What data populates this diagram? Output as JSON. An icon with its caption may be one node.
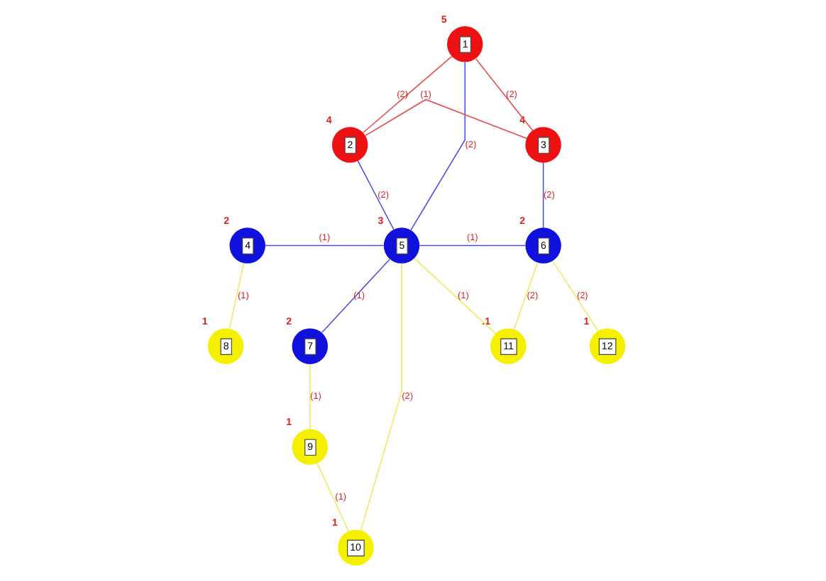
{
  "diagram": {
    "nodes": [
      {
        "text": [
          "1"
        ],
        "beside": [
          "5"
        ]
      },
      {
        "text": [
          "2"
        ],
        "beside": [
          "4"
        ]
      },
      {
        "text": [
          "3"
        ],
        "beside": [
          "4"
        ]
      },
      {
        "text": [
          "4"
        ],
        "beside": [
          "2"
        ]
      },
      {
        "text": [
          "5"
        ],
        "beside": [
          "3"
        ]
      },
      {
        "text": [
          "6"
        ],
        "beside": [
          "2"
        ]
      },
      {
        "text": [
          "7"
        ],
        "beside": [
          "2"
        ]
      },
      {
        "text": [
          "8"
        ],
        "beside": [
          "1"
        ]
      },
      {
        "text": [
          "9"
        ],
        "beside": [
          "1"
        ]
      },
      {
        "text": [
          "10"
        ],
        "beside": [
          "1"
        ]
      },
      {
        "text": [
          "11"
        ],
        "beside": [
          ".1"
        ]
      },
      {
        "text": [
          "12"
        ],
        "beside": [
          "1"
        ]
      }
    ],
    "edges": [
      {
        "from": 0,
        "to": 1,
        "arrow": "none",
        "label": "(2)",
        "color": "#e84a4a"
      },
      {
        "from": 0,
        "to": 2,
        "arrow": "none",
        "label": "(2)",
        "color": "#e84a4a"
      },
      {
        "from": 1,
        "to": 2,
        "arrow": "none",
        "label": "(1)",
        "color": "#e84a4a"
      },
      {
        "from": 0,
        "to": 4,
        "arrow": "none",
        "label": "(2)",
        "color": "#4a4ae8"
      },
      {
        "from": 1,
        "to": 4,
        "arrow": "none",
        "label": "(2)",
        "color": "#4a4ae8"
      },
      {
        "from": 2,
        "to": 5,
        "arrow": "none",
        "label": "(2)",
        "color": "#4a4ae8"
      },
      {
        "from": 3,
        "to": 4,
        "arrow": "none",
        "label": "(1)",
        "color": "#4a4ae8"
      },
      {
        "from": 4,
        "to": 5,
        "arrow": "none",
        "label": "(1)",
        "color": "#4a4ae8"
      },
      {
        "from": 3,
        "to": 7,
        "arrow": "none",
        "label": "(1)"
      },
      {
        "from": 4,
        "to": 6,
        "arrow": "none",
        "label": "(1)",
        "color": "#4a4ae8"
      },
      {
        "from": 4,
        "to": 10,
        "arrow": "none",
        "label": "(1)"
      },
      {
        "from": 4,
        "to": 9,
        "arrow": "none",
        "label": "(2)"
      },
      {
        "from": 5,
        "to": 10,
        "arrow": "none",
        "label": "(2)"
      },
      {
        "from": 5,
        "to": 11,
        "arrow": "none",
        "label": "(2)"
      },
      {
        "from": 6,
        "to": 8,
        "arrow": "none",
        "label": "(1)"
      },
      {
        "from": 8,
        "to": 9,
        "arrow": "none",
        "label": "(1)"
      }
    ]
  }
}
